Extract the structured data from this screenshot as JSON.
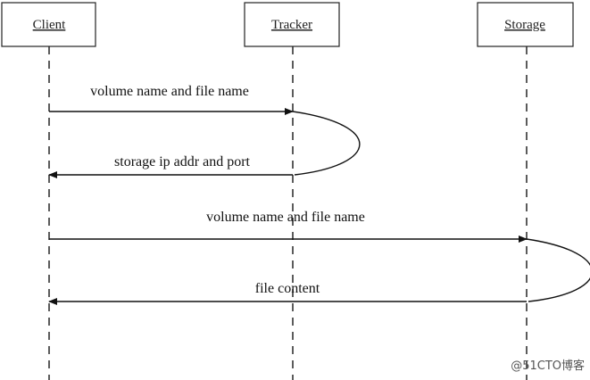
{
  "diagram": {
    "type": "sequence",
    "actors": [
      {
        "id": "client",
        "label": "Client"
      },
      {
        "id": "tracker",
        "label": "Tracker"
      },
      {
        "id": "storage",
        "label": "Storage"
      }
    ],
    "messages": [
      {
        "from": "client",
        "to": "tracker",
        "label": "volume name and file name"
      },
      {
        "from": "tracker",
        "to": "client",
        "label": "storage ip addr and port"
      },
      {
        "from": "client",
        "to": "storage",
        "label": "volume name and file name"
      },
      {
        "from": "storage",
        "to": "client",
        "label": "file content"
      }
    ],
    "colors": {
      "line": "#111111",
      "box_border": "#222222",
      "background": "#ffffff"
    }
  },
  "watermark": {
    "text": "@51CTO博客"
  }
}
